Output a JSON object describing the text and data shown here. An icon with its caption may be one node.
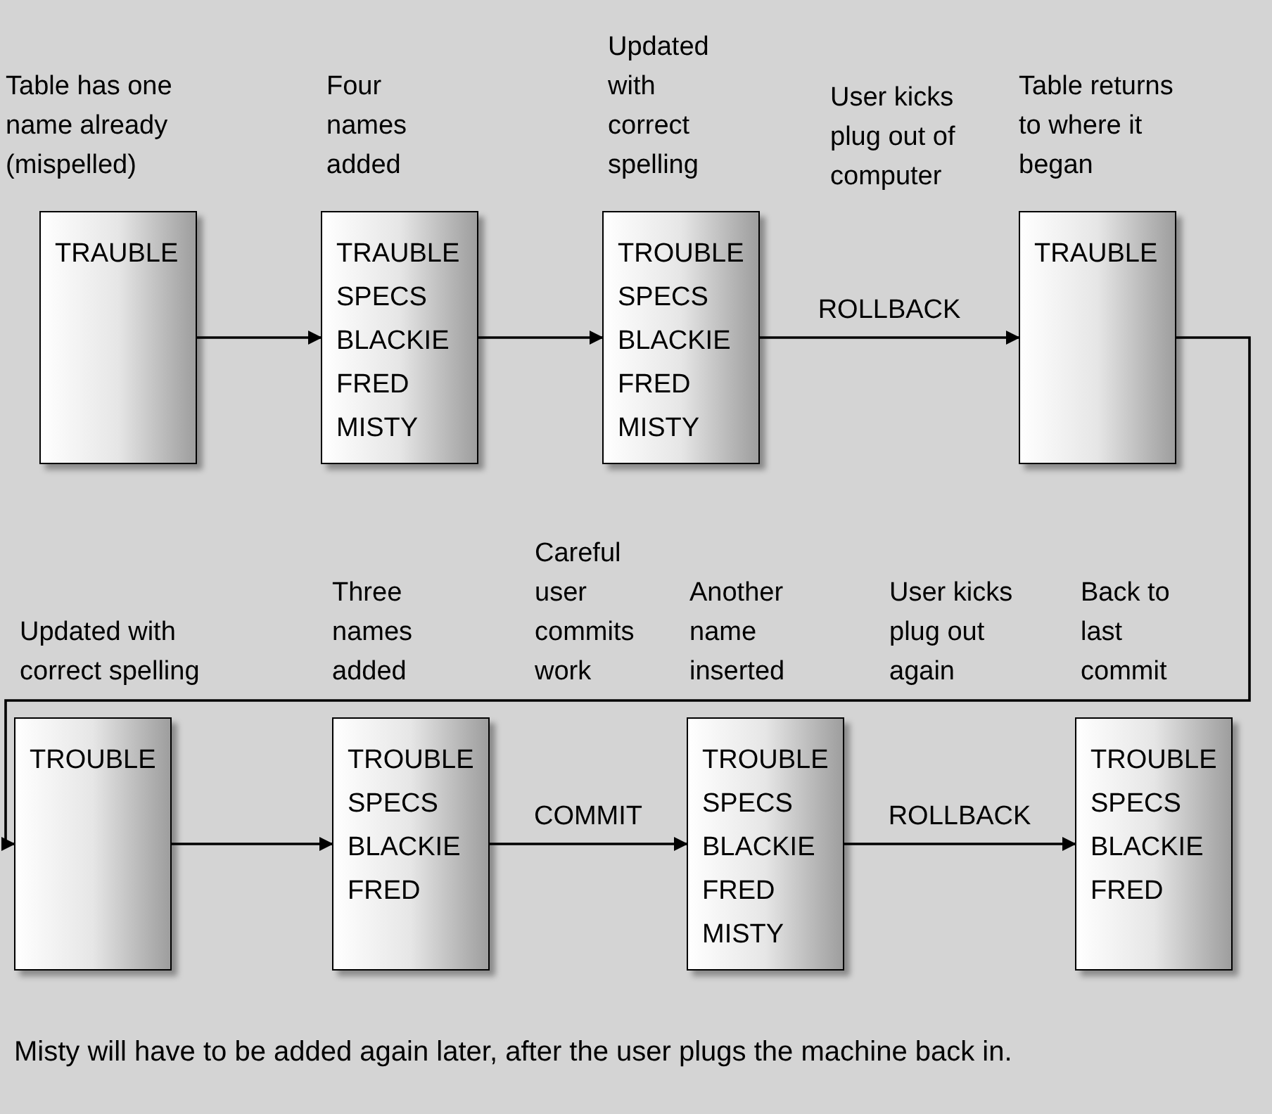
{
  "diagram": {
    "nodes": [
      {
        "text": [
          "TRAUBLE"
        ],
        "beside": [
          "Table has one name already (mispelled)"
        ]
      },
      {
        "text": [
          "TRAUBLE",
          "SPECS",
          "BLACKIE",
          "FRED",
          "MISTY"
        ],
        "beside": [
          "Four names added"
        ]
      },
      {
        "text": [
          "TROUBLE",
          "SPECS",
          "BLACKIE",
          "FRED",
          "MISTY"
        ],
        "beside": [
          "Updated with correct spelling"
        ]
      },
      {
        "text": [
          "TRAUBLE"
        ],
        "beside": [
          "Table returns to where it began"
        ]
      },
      {
        "text": [
          "TROUBLE"
        ],
        "beside": [
          "Updated with correct spelling"
        ]
      },
      {
        "text": [
          "TROUBLE",
          "SPECS",
          "BLACKIE",
          "FRED"
        ],
        "beside": [
          "Three names added"
        ]
      },
      {
        "text": [
          "TROUBLE",
          "SPECS",
          "BLACKIE",
          "FRED",
          "MISTY"
        ],
        "beside": [
          "Another name inserted"
        ]
      },
      {
        "text": [
          "TROUBLE",
          "SPECS",
          "BLACKIE",
          "FRED"
        ],
        "beside": [
          "Back to last commit"
        ]
      }
    ],
    "edges": [
      {
        "from": 0,
        "to": 1,
        "arrow": "to"
      },
      {
        "from": 1,
        "to": 2,
        "arrow": "to"
      },
      {
        "from": 2,
        "to": 3,
        "arrow": "to",
        "label": "ROLLBACK"
      },
      {
        "from": 3,
        "to": 4,
        "arrow": "to"
      },
      {
        "from": 4,
        "to": 5,
        "arrow": "to"
      },
      {
        "from": 5,
        "to": 6,
        "arrow": "to",
        "label": "COMMIT"
      },
      {
        "from": 6,
        "to": 7,
        "arrow": "to",
        "label": "ROLLBACK"
      }
    ],
    "labels": [
      "User kicks plug out of computer",
      "Careful user commits work",
      "User kicks plug out again"
    ],
    "caption": "Misty will have to be added again later, after the user plugs the machine back in."
  }
}
